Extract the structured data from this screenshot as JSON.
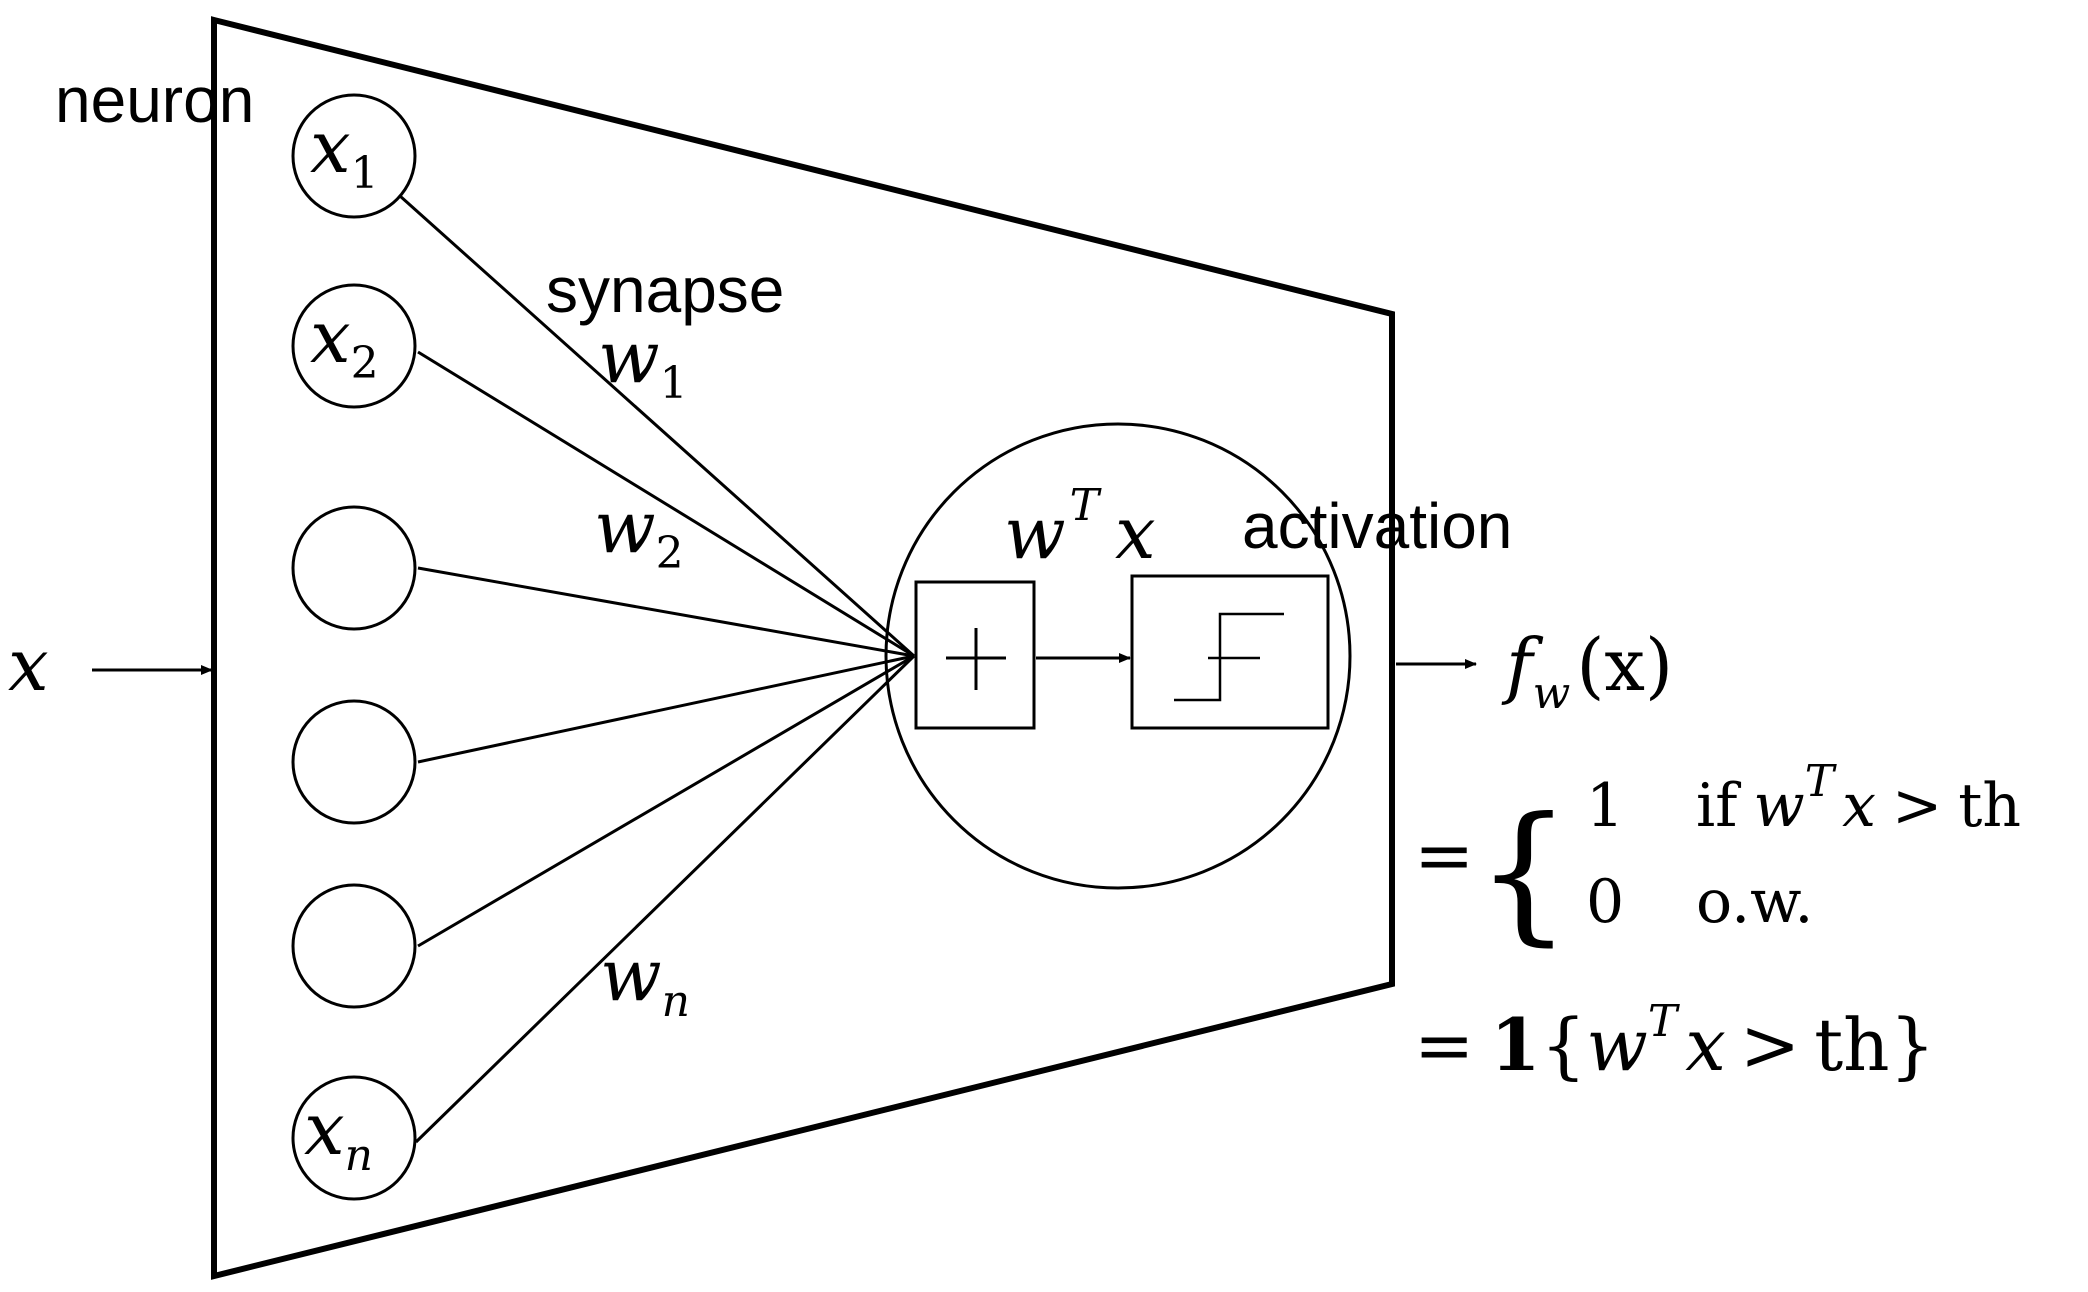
{
  "labels": {
    "neuron": "neuron",
    "synapse": "synapse",
    "activation": "activation"
  },
  "input": {
    "x": "x"
  },
  "nodes": [
    {
      "base": "x",
      "sub": "1"
    },
    {
      "base": "x",
      "sub": "2"
    },
    {
      "base": "",
      "sub": ""
    },
    {
      "base": "",
      "sub": ""
    },
    {
      "base": "",
      "sub": ""
    },
    {
      "base": "x",
      "sub": "n"
    }
  ],
  "weights": [
    {
      "base": "w",
      "sub": "1"
    },
    {
      "base": "w",
      "sub": "2"
    },
    {
      "base": "w",
      "sub": "n"
    }
  ],
  "sum_block": {
    "symbol": "+",
    "expr_base": "w",
    "expr_sup": "T",
    "expr_var": "x"
  },
  "activation_block": {
    "icon": "step-function-icon"
  },
  "output": {
    "f": "f",
    "f_sub": "w",
    "arg": "(x)"
  },
  "equation": {
    "eq1": "=",
    "brace": "{",
    "case1_value": "1",
    "case1_if": "if",
    "case1_w": "w",
    "case1_T": "T",
    "case1_x": "x",
    "case1_gt": ">",
    "case1_th": "th",
    "case2_value": "0",
    "case2_text": "o.w.",
    "eq2": "=",
    "indicator": "1",
    "lbrace": "{",
    "ind_w": "w",
    "ind_T": "T",
    "ind_x": "x",
    "ind_gt": ">",
    "ind_th": "th",
    "rbrace": "}"
  }
}
